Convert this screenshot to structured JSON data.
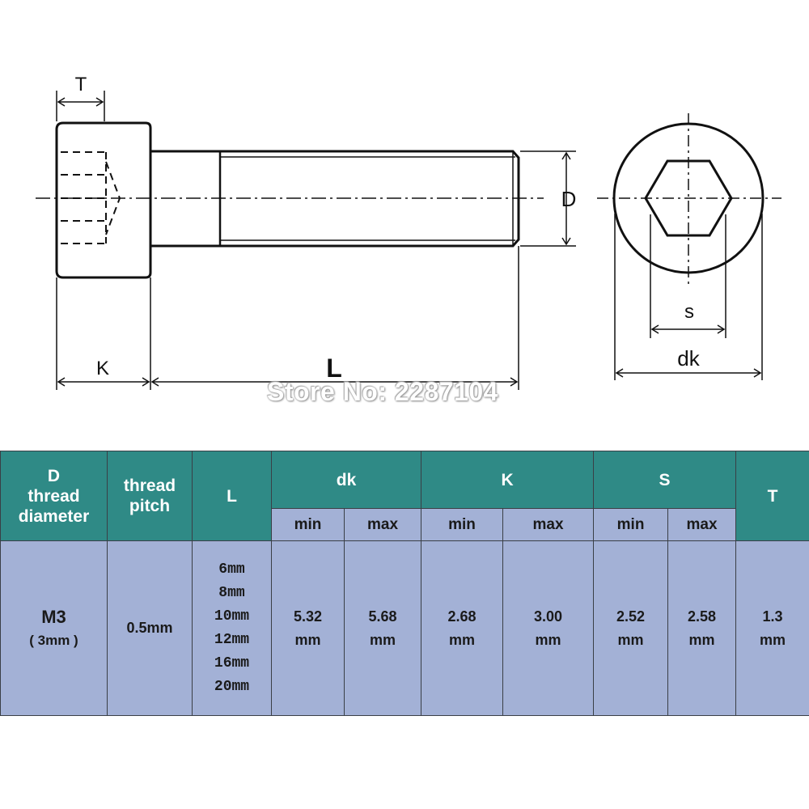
{
  "drawing": {
    "labels": {
      "T": "T",
      "D": "D",
      "K": "K",
      "L": "L",
      "s": "s",
      "dk": "dk"
    },
    "watermark": "Store No: 2287104"
  },
  "table": {
    "headers": {
      "D": "D\nthread\ndiameter",
      "pitch": "thread\npitch",
      "L": "L",
      "dk": "dk",
      "K": "K",
      "S": "S",
      "T": "T"
    },
    "subheaders": [
      "min",
      "max",
      "min",
      "max",
      "min",
      "max"
    ],
    "row": {
      "D_main": "M3",
      "D_sub": "( 3mm )",
      "pitch": "0.5mm",
      "lengths": "6mm\n8mm\n10mm\n12mm\n16mm\n20mm",
      "dk_min": "5.32\nmm",
      "dk_max": "5.68\nmm",
      "K_min": "2.68\nmm",
      "K_max": "3.00\nmm",
      "S_min": "2.52\nmm",
      "S_max": "2.58\nmm",
      "T": "1.3\nmm"
    }
  },
  "colors": {
    "header_teal": "#2f8a86",
    "body_lavender": "#a3b1d6"
  }
}
